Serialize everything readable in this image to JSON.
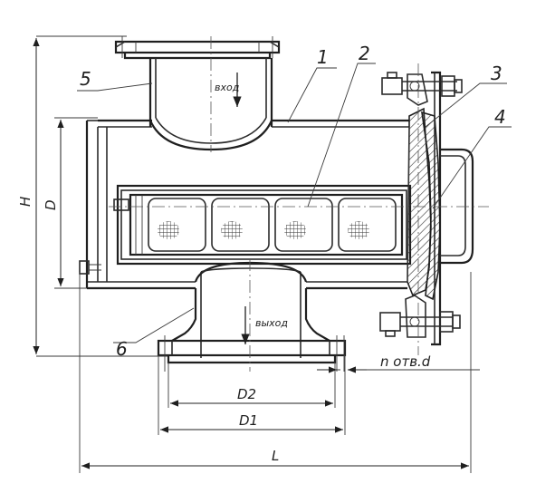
{
  "flow": {
    "inlet": "вход",
    "outlet": "выход"
  },
  "callouts": {
    "c1": "1",
    "c2": "2",
    "c3": "3",
    "c4": "4",
    "c5": "5",
    "c6": "6"
  },
  "dimensions": {
    "height": "H",
    "diameter": "D",
    "d2": "D2",
    "d1": "D1",
    "length": "L",
    "holes": "n  отв.d"
  }
}
